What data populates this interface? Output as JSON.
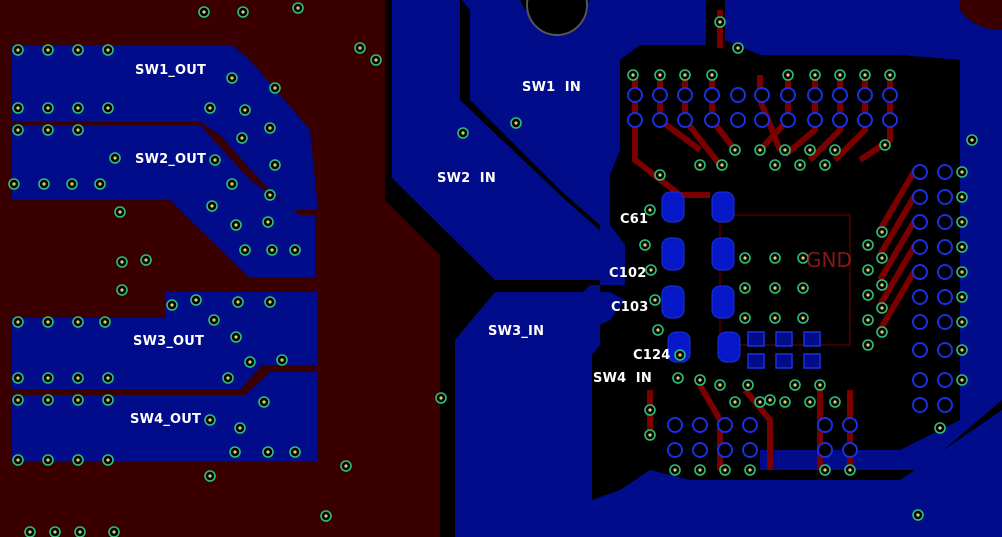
{
  "colors": {
    "background": "#000000",
    "pour_red": "#3a0000",
    "pour_blue": "#000c8a",
    "trace_red": "#7a0000",
    "pad_blue": "#0618c8",
    "via_ring": "#2ec07a",
    "via_hole": "#d8d860",
    "label": "#ffffff"
  },
  "labels": {
    "sw1_out": "SW1_OUT",
    "sw2_out": "SW2_OUT",
    "sw3_out": "SW3_OUT",
    "sw4_out": "SW4_OUT",
    "sw1_in": "SW1  IN",
    "sw2_in": "SW2  IN",
    "sw3_in": "SW3_IN",
    "sw4_in": "SW4  IN",
    "c61": "C61",
    "c102": "C102",
    "c103": "C103",
    "c124": "C124",
    "gnd": "GND"
  }
}
